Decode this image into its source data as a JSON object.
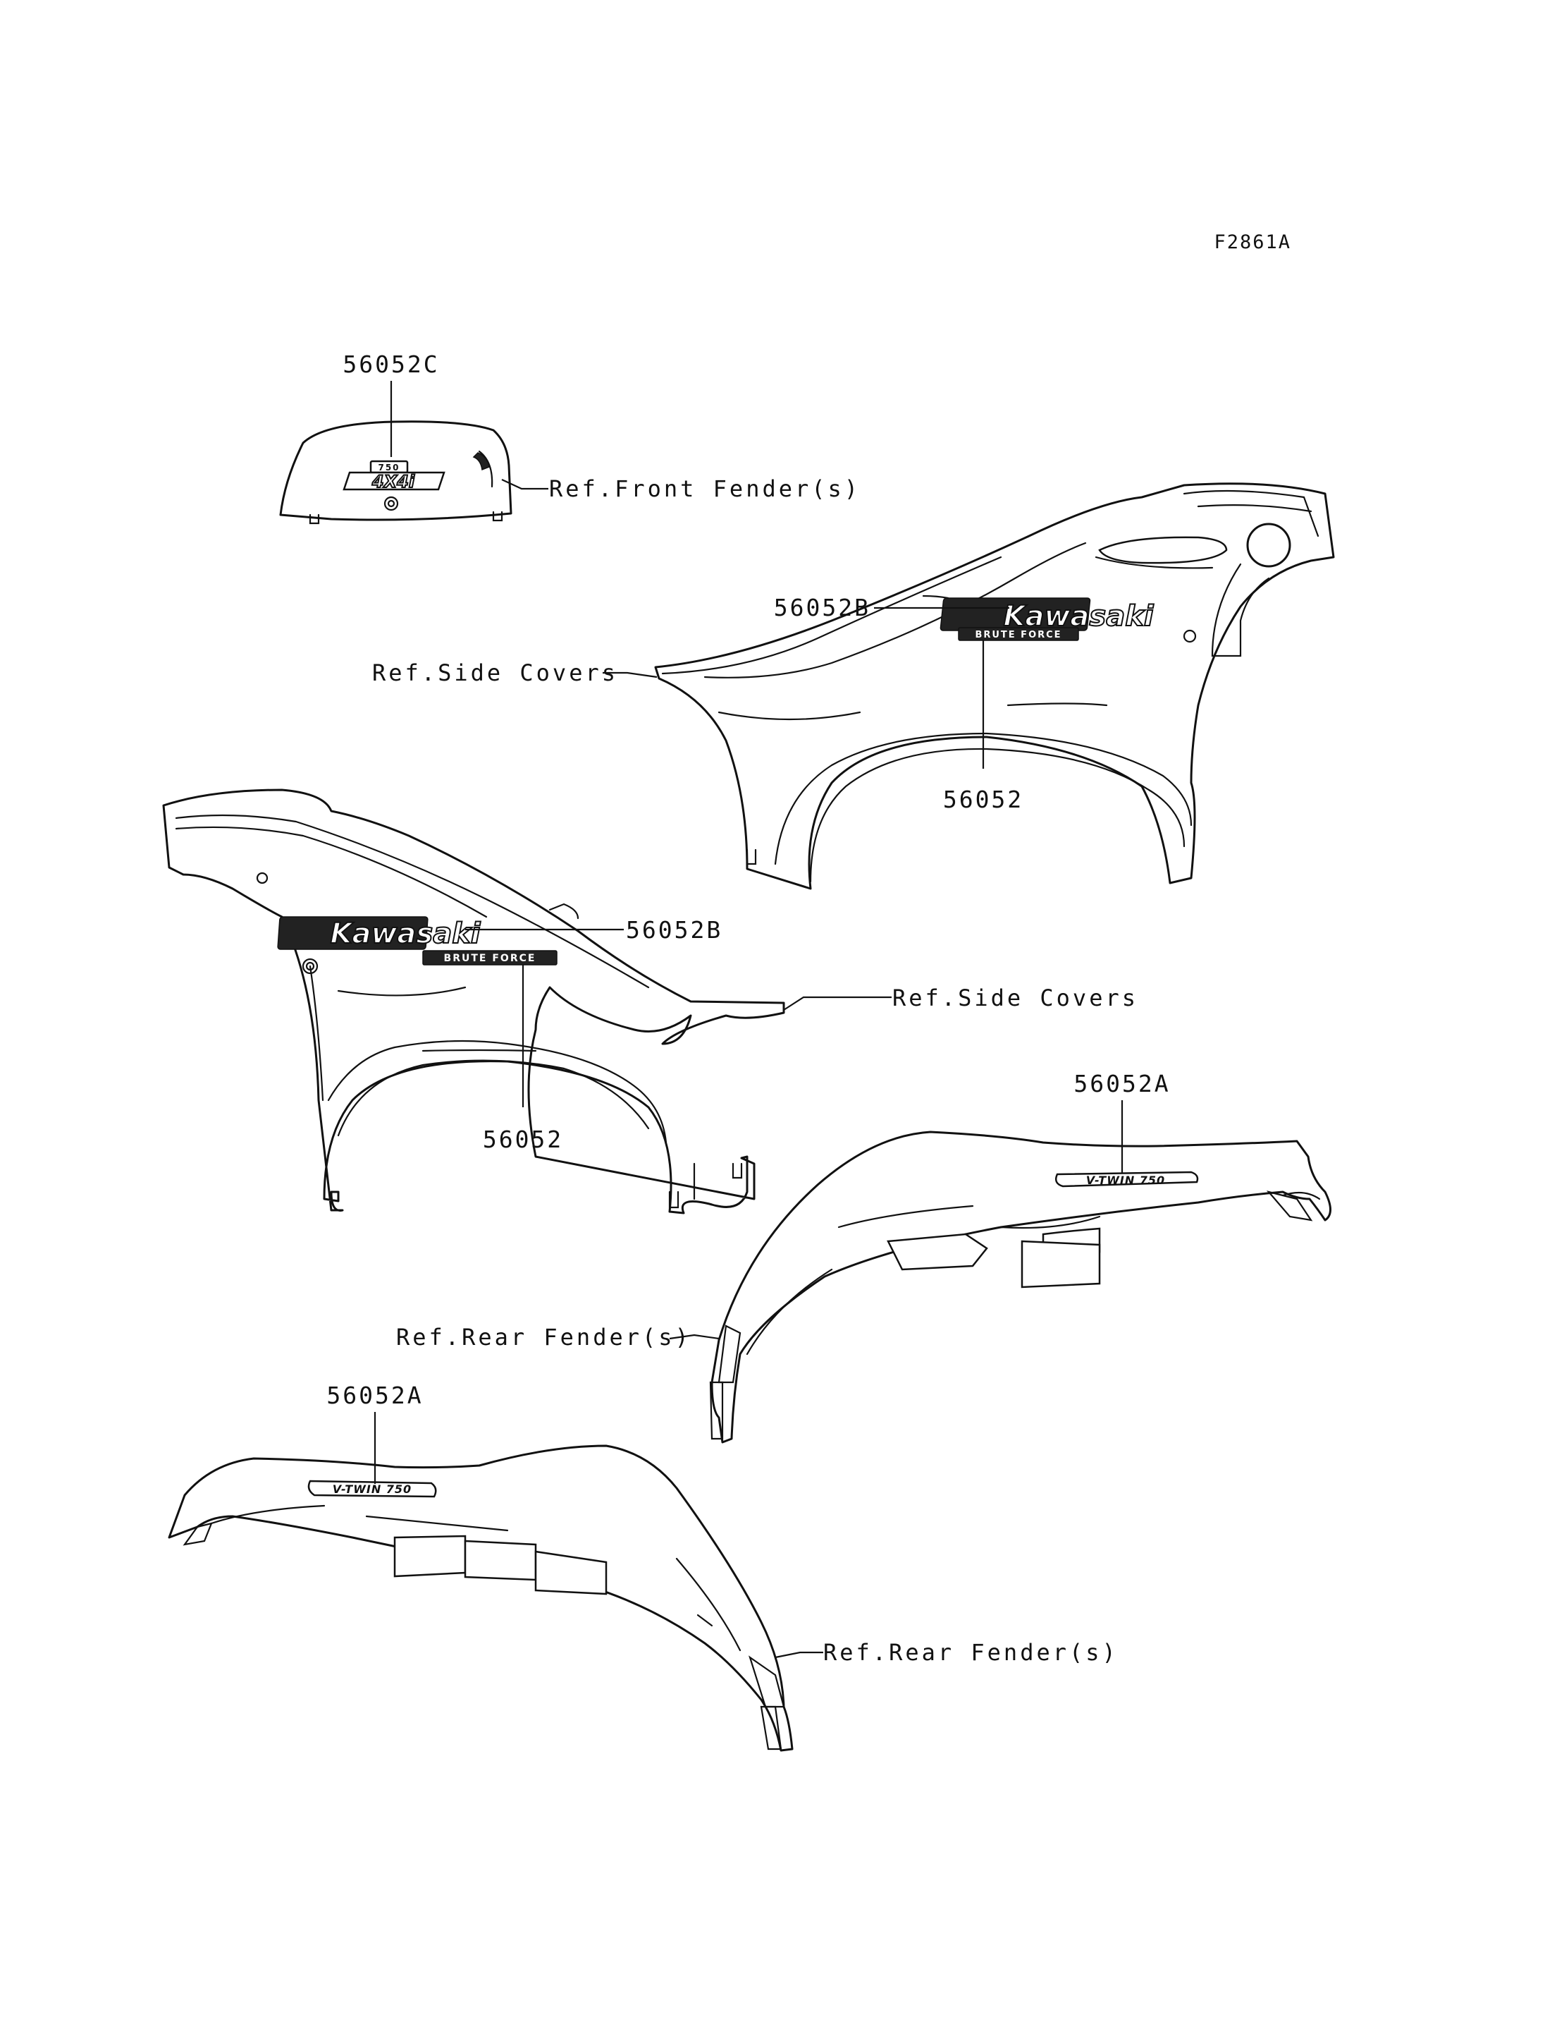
{
  "figure_id": "F2861A",
  "callouts": {
    "front_fender_decal": "56052C",
    "upper_kawasaki_decal": "56052B",
    "upper_brute_force_decal": "56052",
    "lower_kawasaki_decal": "56052B",
    "lower_brute_force_decal": "56052",
    "upper_rear_fender_decal": "56052A",
    "lower_rear_fender_decal": "56052A"
  },
  "references": {
    "front_fender": "Ref.Front Fender(s)",
    "upper_side_covers": "Ref.Side Covers",
    "lower_side_covers": "Ref.Side Covers",
    "upper_rear_fender": "Ref.Rear Fender(s)",
    "lower_rear_fender": "Ref.Rear Fender(s)"
  },
  "decal_artwork": {
    "kawasaki": "Kawasaki",
    "brute_force": "BRUTE FORCE",
    "v_twin": "V-TWIN 750",
    "four_by_four": "4X4i",
    "engine_size": "750"
  }
}
